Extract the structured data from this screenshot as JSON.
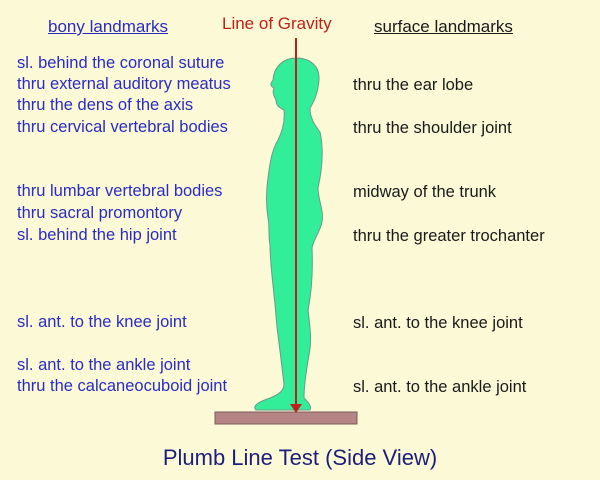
{
  "headers": {
    "bony": "bony landmarks",
    "gravity": "Line of Gravity",
    "surface": "surface landmarks"
  },
  "bony_landmarks": [
    "sl. behind the coronal suture",
    "thru external auditory meatus",
    "thru the dens of the axis",
    "thru cervical vertebral bodies",
    "thru lumbar vertebral bodies",
    "thru sacral promontory",
    "sl. behind the hip joint",
    "sl. ant. to the knee joint",
    "sl. ant. to the ankle joint",
    "thru the calcaneocuboid joint"
  ],
  "surface_landmarks": [
    "thru the ear lobe",
    "thru the shoulder joint",
    "midway of the trunk",
    "thru the greater trochanter",
    "sl. ant. to the knee joint",
    "sl. ant. to the ankle joint"
  ],
  "title": "Plumb Line Test (Side View)",
  "colors": {
    "background": "#fbf9d6",
    "bony_text": "#2b2bc4",
    "gravity_line": "#c0201a",
    "figure": "#33ee99",
    "ground": "#b58585"
  }
}
